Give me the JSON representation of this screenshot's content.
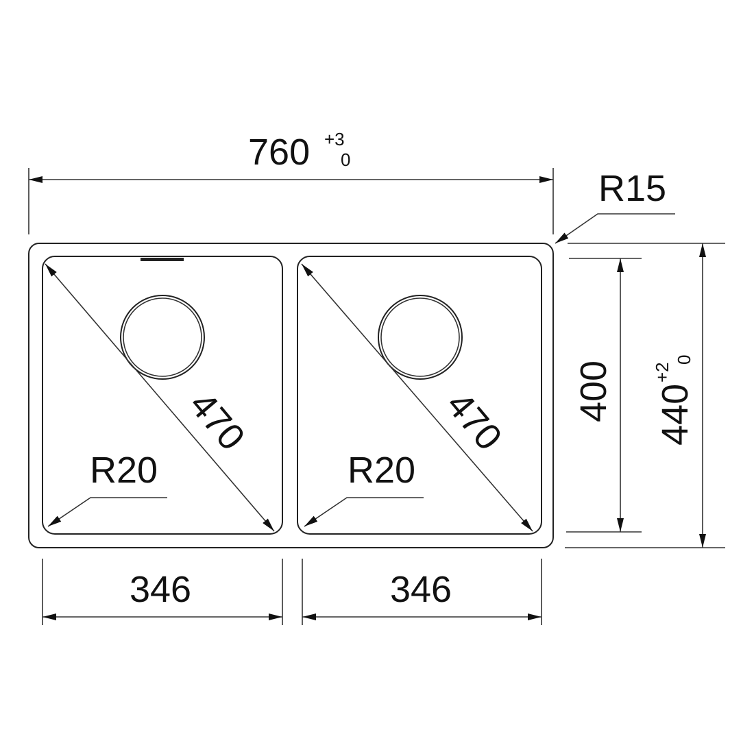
{
  "overall_width": {
    "value": "760",
    "tol_upper": "+3",
    "tol_lower": "0"
  },
  "overall_depth": {
    "value": "440",
    "tol_upper": "+2",
    "tol_lower": "0"
  },
  "bowl_depth": "400",
  "corner_radius_outer": "R15",
  "bowls": [
    {
      "width": "346",
      "diagonal": "470",
      "corner_radius": "R20"
    },
    {
      "width": "346",
      "diagonal": "470",
      "corner_radius": "R20"
    }
  ],
  "colors": {
    "line": "#222222",
    "background": "#ffffff"
  }
}
